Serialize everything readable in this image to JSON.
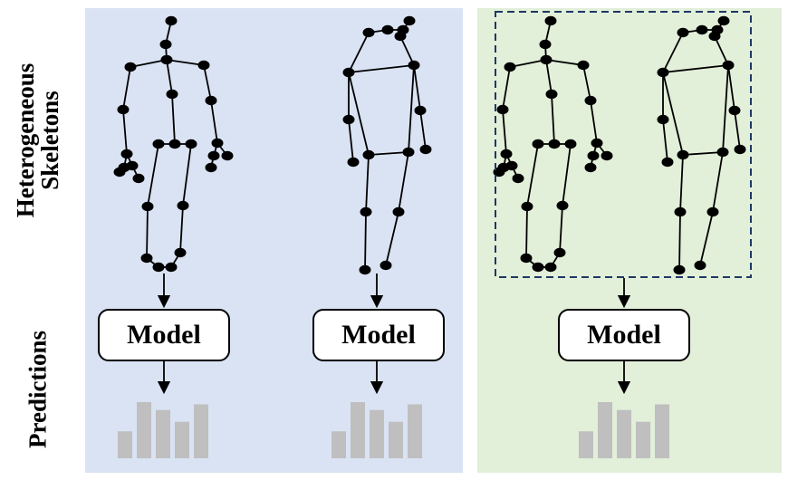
{
  "labels": {
    "heterogeneous_skeletons_line1": "Heterogeneous",
    "heterogeneous_skeletons_line2": "Skeletons",
    "predictions": "Predictions"
  },
  "models": [
    "Model",
    "Model",
    "Model"
  ],
  "colors": {
    "blue_panel": "#dae3f3",
    "green_panel": "#e2efd9",
    "bars": "#bfbfbf",
    "dashed_box": "#1f3864"
  },
  "prediction_bars": {
    "relative_heights": [
      0.48,
      1.0,
      0.86,
      0.65,
      0.96
    ]
  }
}
